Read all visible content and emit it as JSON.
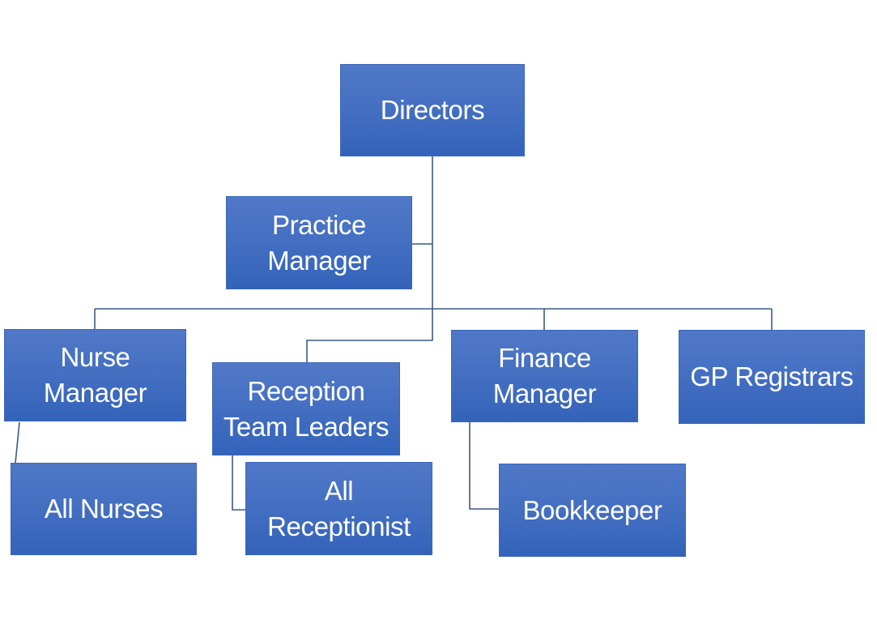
{
  "diagram": {
    "type": "organizational-chart",
    "background_color": "#FFFFFF",
    "node_fill_top_color": "#5078C7",
    "node_fill_bottom_color": "#3363BA",
    "node_border_color": "#3A66B8",
    "node_text_color": "#FFFFFF",
    "connector_color": "#3D5886",
    "nodes": {
      "directors": {
        "label": "Directors",
        "lines": [
          "Directors"
        ]
      },
      "practice_manager": {
        "label": "Practice Manager",
        "lines": [
          "Practice",
          "Manager"
        ]
      },
      "nurse_manager": {
        "label": "Nurse Manager",
        "lines": [
          "Nurse",
          "Manager"
        ]
      },
      "reception_team_leaders": {
        "label": "Reception Team Leaders",
        "lines": [
          "Reception",
          "Team Leaders"
        ]
      },
      "finance_manager": {
        "label": "Finance Manager",
        "lines": [
          "Finance",
          "Manager"
        ]
      },
      "gp_registrars": {
        "label": "GP Registrars",
        "lines": [
          "GP Registrars"
        ]
      },
      "all_nurses": {
        "label": "All Nurses",
        "lines": [
          "All Nurses"
        ]
      },
      "all_receptionist": {
        "label": "All Receptionist",
        "lines": [
          "All",
          "Receptionist"
        ]
      },
      "bookkeeper": {
        "label": "Bookkeeper",
        "lines": [
          "Bookkeeper"
        ]
      }
    },
    "edges": [
      {
        "from": "Directors",
        "to": "Practice Manager"
      },
      {
        "from": "Directors",
        "to": "Nurse Manager"
      },
      {
        "from": "Directors",
        "to": "Reception Team Leaders"
      },
      {
        "from": "Directors",
        "to": "Finance Manager"
      },
      {
        "from": "Directors",
        "to": "GP Registrars"
      },
      {
        "from": "Nurse Manager",
        "to": "All Nurses"
      },
      {
        "from": "Reception Team Leaders",
        "to": "All Receptionist"
      },
      {
        "from": "Finance Manager",
        "to": "Bookkeeper"
      }
    ]
  }
}
